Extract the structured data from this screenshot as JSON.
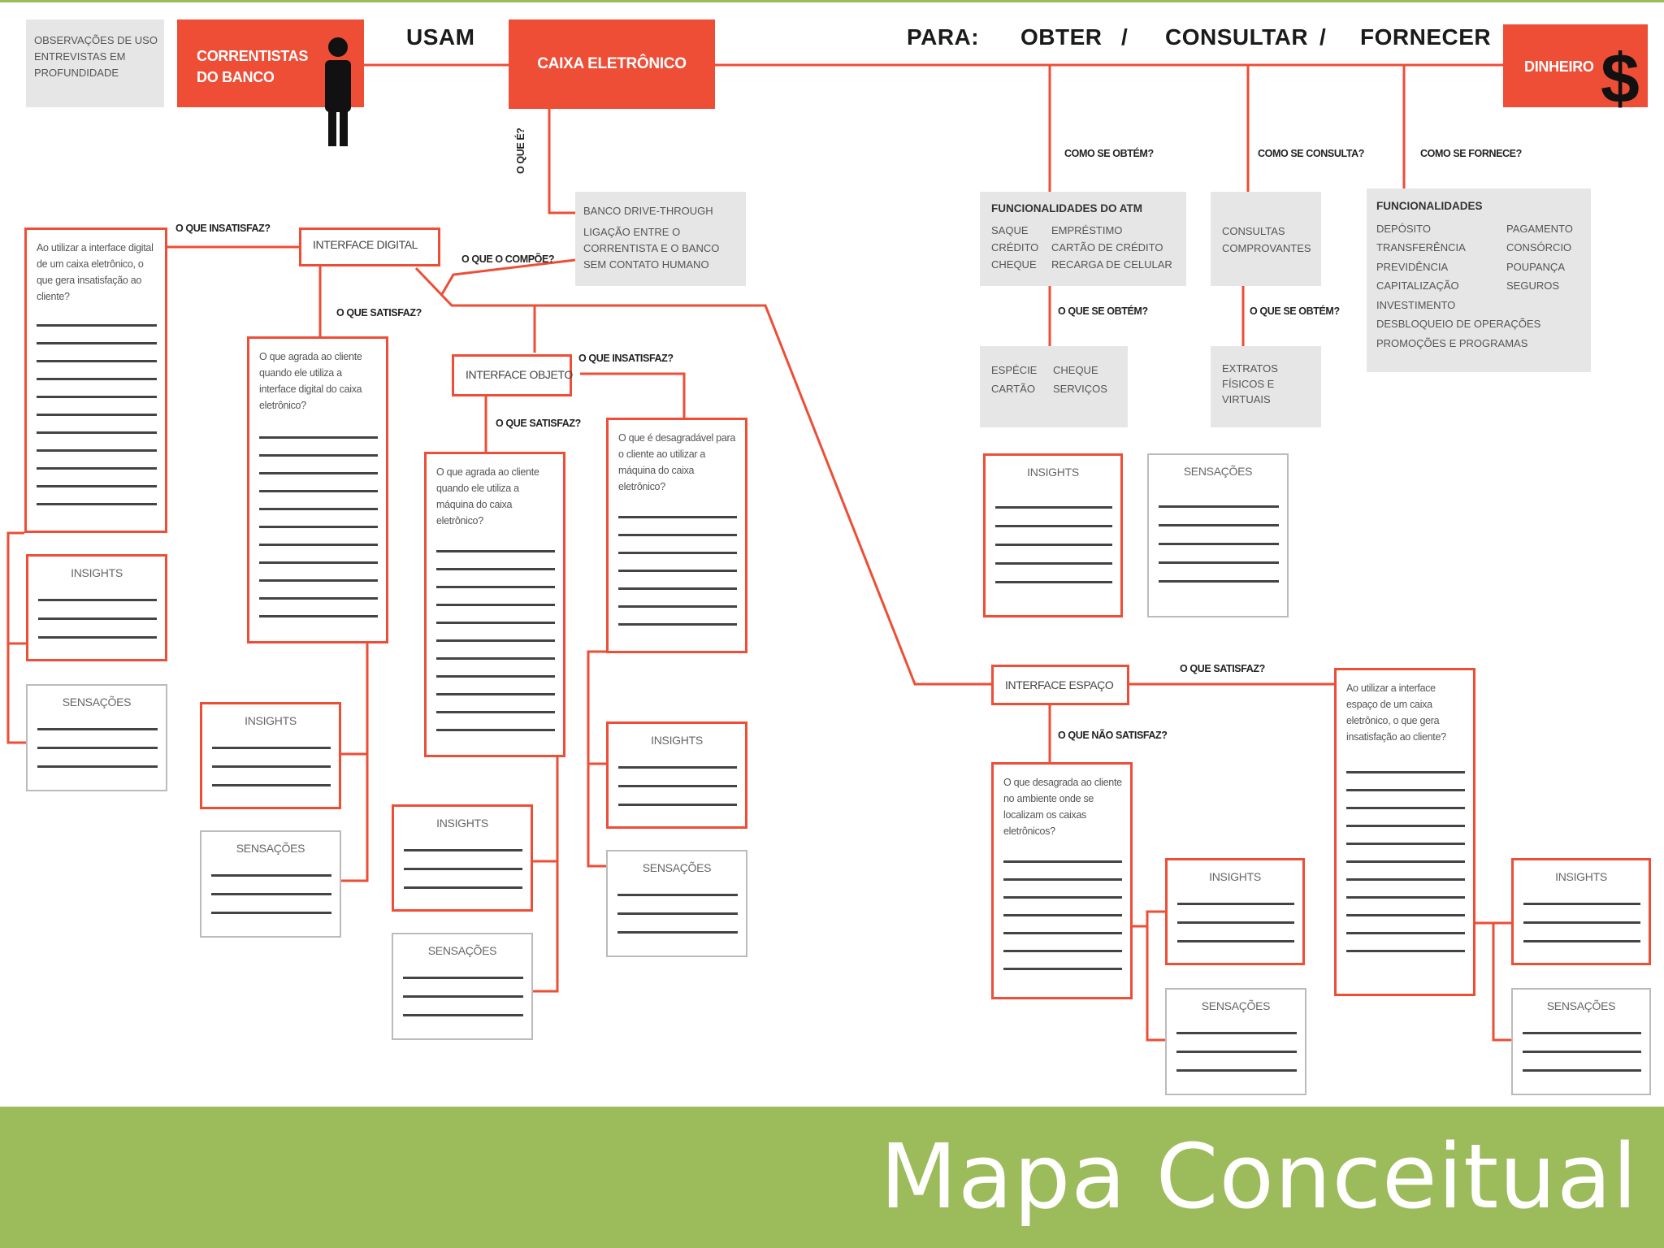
{
  "slide_title": "Mapa Conceitual",
  "header": {
    "observation_note": [
      "OBSERVAÇÕES DE USO",
      "ENTREVISTAS EM",
      "PROFUNDIDADE"
    ],
    "actor": [
      "CORRENTISTAS",
      "DO BANCO"
    ],
    "verb": "USAM",
    "system": "CAIXA ELETRÔNICO",
    "purpose_label": "PARA:",
    "purposes": [
      "OBTER",
      "/",
      "CONSULTAR",
      "/",
      "FORNECER"
    ],
    "goal": "DINHEIRO",
    "goal_symbol": "$"
  },
  "edges": {
    "what_is": "O QUE É?",
    "how_obtain": "COMO SE OBTÉM?",
    "how_consult": "COMO SE CONSULTA?",
    "how_provide": "COMO SE FORNECE?",
    "dissatisfies": "O QUE INSATISFAZ?",
    "composed_of": "O QUE O COMPÕE?",
    "satisfies": "O QUE SATISFAZ?",
    "what_obtains_1": "O QUE SE OBTÉM?",
    "what_obtains_2": "O QUE SE OBTÉM?",
    "obj_dissatisfies": "O QUE INSATISFAZ?",
    "obj_satisfies": "O QUE SATISFAZ?",
    "space_satisfies": "O QUE SATISFAZ?",
    "space_not_satisfies": "O QUE NÃO SATISFAZ?"
  },
  "definition": [
    "BANCO DRIVE-THROUGH",
    "LIGAÇÃO ENTRE O",
    "CORRENTISTA E O BANCO",
    "SEM CONTATO HUMANO"
  ],
  "atm_functions": {
    "title": "FUNCIONALIDADES DO ATM",
    "col1": [
      "SAQUE",
      "CRÉDITO",
      "CHEQUE"
    ],
    "col2": [
      "EMPRÉSTIMO",
      "CARTÃO DE CRÉDITO",
      "RECARGA DE CELULAR"
    ]
  },
  "consult_box": [
    "CONSULTAS",
    "COMPROVANTES"
  ],
  "provide_functions": {
    "title": "FUNCIONALIDADES",
    "col1": [
      "DEPÓSITO",
      "TRANSFERÊNCIA",
      "PREVIDÊNCIA",
      "CAPITALIZAÇÃO",
      "INVESTIMENTO"
    ],
    "col2": [
      "PAGAMENTO",
      "CONSÓRCIO",
      "POUPANÇA",
      "SEGUROS"
    ],
    "wide": [
      "DESBLOQUEIO DE OPERAÇÕES",
      "PROMOÇÕES E PROGRAMAS"
    ]
  },
  "obtain_box": {
    "col1": [
      "ESPÉCIE",
      "CARTÃO"
    ],
    "col2": [
      "CHEQUE",
      "SERVIÇOS"
    ]
  },
  "statements_box": [
    "EXTRATOS",
    "FÍSICOS E",
    "VIRTUAIS"
  ],
  "nodes": {
    "digital": "INTERFACE DIGITAL",
    "object": "INTERFACE OBJETO",
    "space": "INTERFACE ESPAÇO"
  },
  "questions": {
    "digital_dissatisfy": "Ao utilizar a interface digital de um caixa eletrônico, o que gera insatisfação ao cliente?",
    "digital_satisfy": "O que agrada ao cliente quando ele utiliza a interface digital do caixa eletrônico?",
    "object_satisfy": "O que agrada ao cliente quando ele utiliza a máquina do caixa eletrônico?",
    "object_dissatisfy": "O que é desagradável para o cliente ao utilizar a máquina do caixa eletrônico?",
    "space_not_satisfy": "O que desagrada ao cliente no ambiente onde se localizam os caixas eletrônicos?",
    "space_satisfy": "Ao utilizar a interface espaço de um caixa eletrônico, o que gera insatisfação ao cliente?"
  },
  "labels": {
    "insights": "INSIGHTS",
    "sensations": "SENSAÇÕES"
  },
  "colors": {
    "accent": "#ee4d36",
    "footer": "#9cbb5a",
    "gray_box": "#e6e6e6"
  },
  "icons": {
    "actor": "person-icon",
    "goal": "dollar-sign-icon"
  }
}
